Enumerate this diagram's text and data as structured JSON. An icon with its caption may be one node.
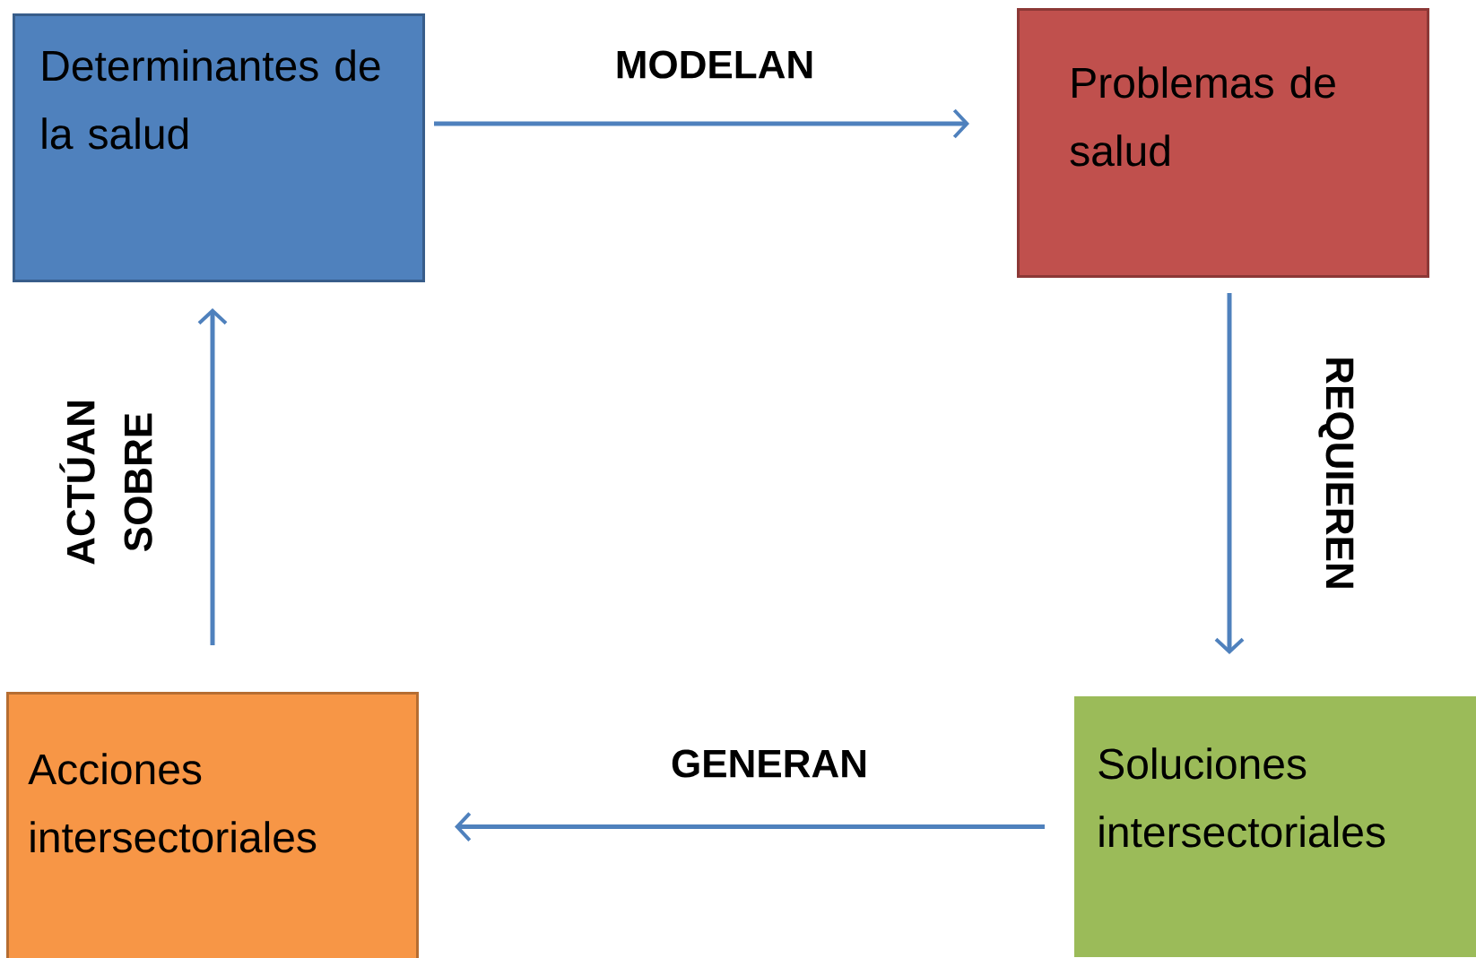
{
  "diagram": {
    "nodes": [
      {
        "text": [
          "Determinantes de la salud"
        ]
      },
      {
        "text": [
          "Problemas de salud"
        ]
      },
      {
        "text": [
          "Soluciones intersectoriales"
        ]
      },
      {
        "text": [
          "Acciones intersectoriales"
        ]
      }
    ],
    "edges": [
      {
        "from": 0,
        "to": 1,
        "arrow": "to",
        "label": "MODELAN"
      },
      {
        "from": 1,
        "to": 2,
        "arrow": "to",
        "label": "REQUIEREN"
      },
      {
        "from": 2,
        "to": 3,
        "arrow": "to",
        "label": "GENERAN"
      },
      {
        "from": 3,
        "to": 0,
        "arrow": "to",
        "label": "ACTÚAN SOBRE"
      }
    ]
  }
}
